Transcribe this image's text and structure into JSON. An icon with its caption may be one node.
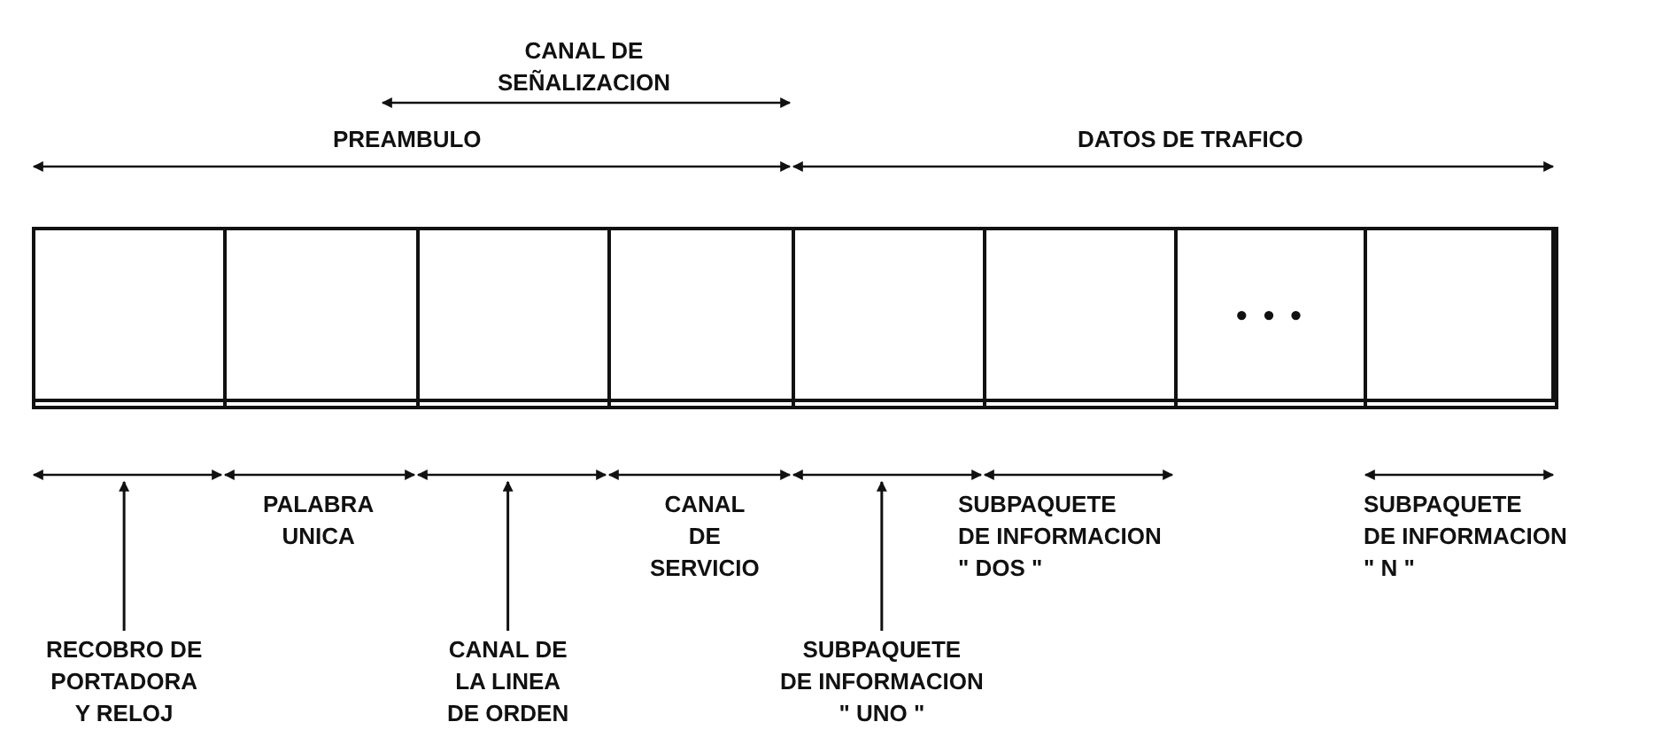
{
  "diagram": {
    "nodes": [
      {
        "text": [],
        "shape": "box"
      },
      {
        "text": [],
        "shape": "box",
        "in": 0
      },
      {
        "text": [],
        "shape": "box",
        "in": 0
      },
      {
        "text": [],
        "shape": "box",
        "in": 0
      },
      {
        "text": [],
        "shape": "box",
        "in": 0
      },
      {
        "text": [],
        "shape": "box",
        "in": 0
      },
      {
        "text": [],
        "shape": "box",
        "in": 0
      },
      {
        "text": [
          "• • •"
        ],
        "in": 0
      },
      {
        "text": [],
        "shape": "box",
        "in": 0
      },
      {
        "text": [
          "RECOBRO DE PORTADORA Y RELOJ"
        ]
      },
      {
        "text": [
          "CANAL DE LA LINEA DE ORDEN"
        ]
      },
      {
        "text": [
          "SUBPAQUETE DE INFORMACION \" UNO \""
        ]
      }
    ],
    "edges": [
      {
        "from": 9,
        "to": null,
        "arrow": "to"
      },
      {
        "from": 10,
        "to": null,
        "arrow": "to"
      },
      {
        "from": 11,
        "to": null,
        "arrow": "to"
      }
    ],
    "labels": [
      "CANAL DE SEÑALIZACION",
      "PREAMBULO",
      "DATOS DE TRAFICO",
      "PALABRA UNICA",
      "CANAL DE SERVICIO",
      "SUBPAQUETE DE INFORMACION \" DOS \"",
      "SUBPAQUETE DE INFORMACION \" N \""
    ]
  }
}
